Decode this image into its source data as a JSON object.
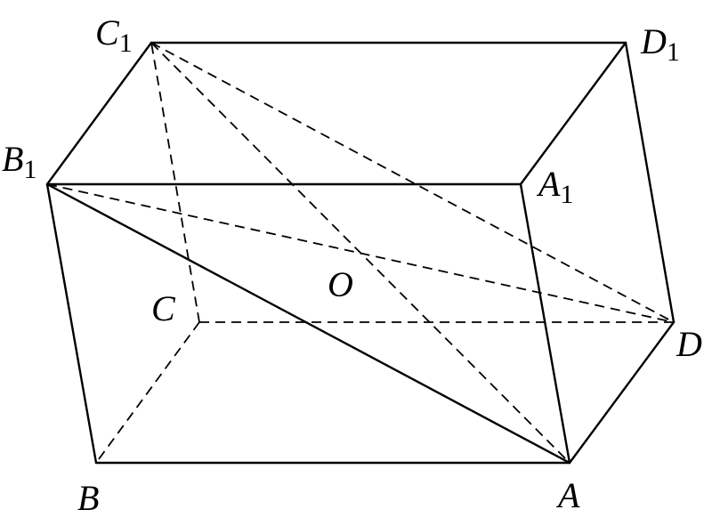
{
  "diagram": {
    "vertices": [
      {
        "id": "C1",
        "letter": "C",
        "sub": "1"
      },
      {
        "id": "D1",
        "letter": "D",
        "sub": "1"
      },
      {
        "id": "B1",
        "letter": "B",
        "sub": "1"
      },
      {
        "id": "A1",
        "letter": "A",
        "sub": "1"
      },
      {
        "id": "O",
        "letter": "O",
        "sub": ""
      },
      {
        "id": "C",
        "letter": "C",
        "sub": ""
      },
      {
        "id": "D",
        "letter": "D",
        "sub": ""
      },
      {
        "id": "B",
        "letter": "B",
        "sub": ""
      },
      {
        "id": "A",
        "letter": "A",
        "sub": ""
      }
    ],
    "solid_edges": [
      [
        "C1",
        "D1"
      ],
      [
        "C1",
        "B1"
      ],
      [
        "D1",
        "A1"
      ],
      [
        "B1",
        "A1"
      ],
      [
        "B1",
        "B"
      ],
      [
        "A1",
        "A"
      ],
      [
        "D1",
        "D"
      ],
      [
        "B",
        "A"
      ],
      [
        "A",
        "D"
      ],
      [
        "B1",
        "A"
      ]
    ],
    "dashed_edges": [
      [
        "C",
        "D"
      ],
      [
        "C",
        "B"
      ],
      [
        "C",
        "C1"
      ],
      [
        "C1",
        "A"
      ],
      [
        "C1",
        "D"
      ],
      [
        "B1",
        "D"
      ]
    ]
  }
}
